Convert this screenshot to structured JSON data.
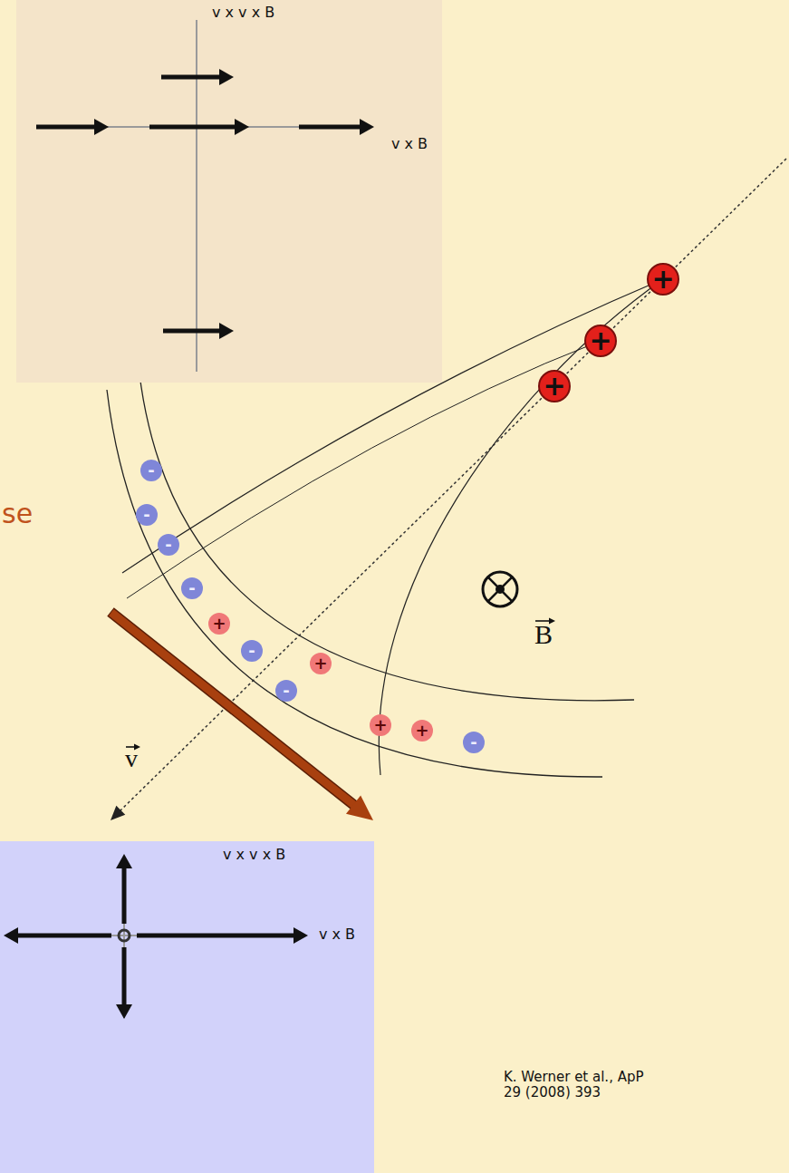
{
  "diagram": {
    "nodes": [
      {
        "text": [
          "v x v x B",
          "v x B"
        ]
      },
      {
        "text": [
          "+"
        ]
      },
      {
        "text": [
          "+"
        ]
      },
      {
        "text": [
          "+"
        ]
      },
      {
        "text": [
          "-"
        ]
      },
      {
        "text": [
          "-"
        ]
      },
      {
        "text": [
          "-"
        ]
      },
      {
        "text": [
          "-"
        ]
      },
      {
        "text": [
          "+"
        ]
      },
      {
        "text": [
          "-"
        ]
      },
      {
        "text": [
          "+"
        ]
      },
      {
        "text": [
          "-"
        ]
      },
      {
        "text": [
          "+"
        ]
      },
      {
        "text": [
          "+"
        ]
      },
      {
        "text": [
          "-"
        ]
      },
      {
        "text": [
          "v x v x B",
          "v x B"
        ]
      }
    ],
    "labels": [
      "se",
      "v",
      "B",
      "K. Werner et al., ApP 29 (2008) 393"
    ]
  }
}
